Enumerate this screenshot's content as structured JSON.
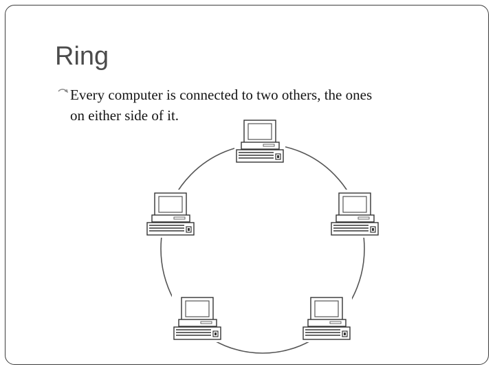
{
  "slide": {
    "title": "Ring",
    "bullet": {
      "icon": "curved-arrow-bullet-icon",
      "line1": "Every computer is connected to two others, the ones",
      "line2": "on either side of it."
    }
  },
  "diagram": {
    "type": "ring-network",
    "nodes": [
      {
        "name": "computer-top",
        "icon": "desktop-computer-icon"
      },
      {
        "name": "computer-left",
        "icon": "desktop-computer-icon"
      },
      {
        "name": "computer-right",
        "icon": "desktop-computer-icon"
      },
      {
        "name": "computer-bottom-left",
        "icon": "desktop-computer-icon"
      },
      {
        "name": "computer-bottom-right",
        "icon": "desktop-computer-icon"
      }
    ]
  }
}
